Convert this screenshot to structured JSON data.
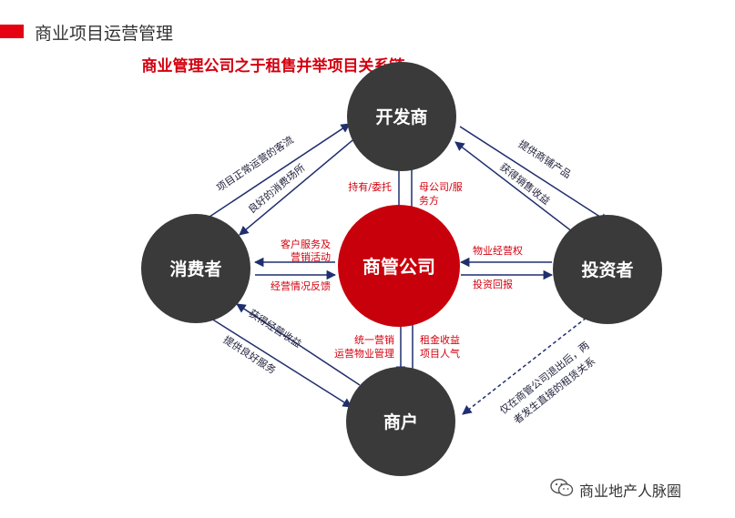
{
  "header": {
    "title": "商业项目运营管理",
    "accent_color": "#e50012"
  },
  "diagram": {
    "title": "商业管理公司之于租售并举项目关系链",
    "nodes": {
      "developer": "开发商",
      "consumer": "消费者",
      "center": "商管公司",
      "investor": "投资者",
      "merchant": "商户"
    },
    "labels": {
      "consumer_to_developer": "项目正常运营的客流",
      "developer_to_consumer": "良好的消费场所",
      "center_to_developer": "持有/委托",
      "developer_to_center_1": "母公司/服",
      "developer_to_center_2": "务方",
      "developer_to_investor": "提供商铺产品",
      "investor_to_developer": "获得销售收益",
      "center_to_consumer_1": "客户服务及",
      "center_to_consumer_2": "营销活动",
      "consumer_to_center": "经营情况反馈",
      "investor_to_center": "物业经营权",
      "center_to_investor": "投资回报",
      "merchant_to_consumer": "获得经营收益",
      "consumer_to_merchant": "提供良好服务",
      "center_to_merchant_1": "统一营销",
      "center_to_merchant_2": "运营物业管理",
      "merchant_to_center_1": "租金收益",
      "merchant_to_center_2": "项目人气",
      "investor_merchant_note_1": "仅在商管公司退出后，两",
      "investor_merchant_note_2": "者发生直接的租赁关系"
    },
    "colors": {
      "node": "#3a3a3a",
      "center": "#c8000b",
      "arrow": "#1f2f6e",
      "label_red": "#d4000f"
    }
  },
  "watermark": {
    "text": "商业地产人脉圈",
    "icon": "wechat-icon"
  }
}
